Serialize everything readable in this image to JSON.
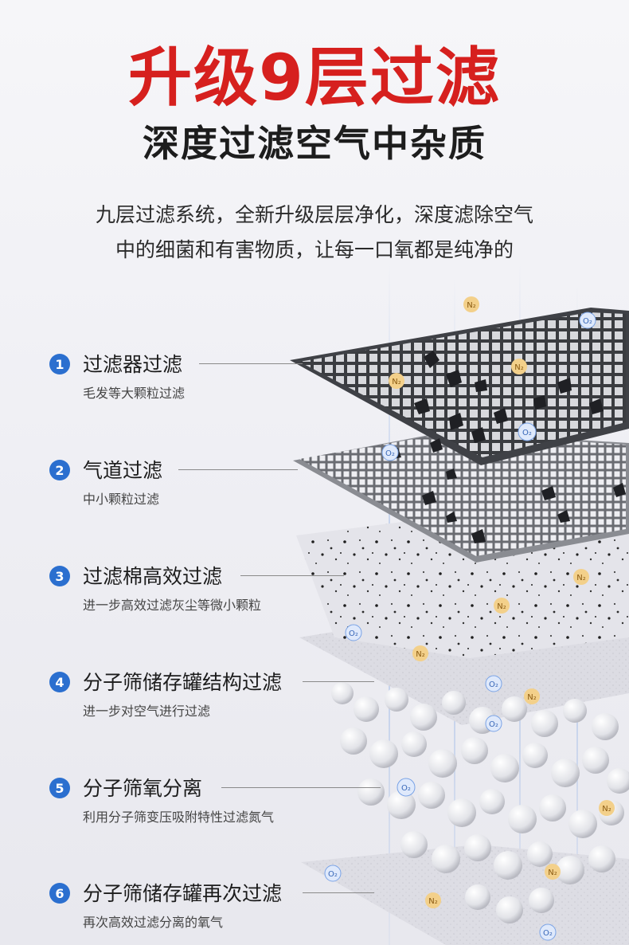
{
  "header": {
    "title": "升级9层过滤",
    "subtitle": "深度过滤空气中杂质",
    "description_lines": [
      "九层过滤系统，全新升级层层净化，深度滤除空气",
      "中的细菌和有害物质，让每一口氧都是纯净的"
    ]
  },
  "layers": [
    {
      "number": "1",
      "name": "过滤器过滤",
      "note": "毛发等大颗粒过滤"
    },
    {
      "number": "2",
      "name": "气道过滤",
      "note": "中小颗粒过滤"
    },
    {
      "number": "3",
      "name": "过滤棉高效过滤",
      "note": "进一步高效过滤灰尘等微小颗粒"
    },
    {
      "number": "4",
      "name": "分子筛储存罐结构过滤",
      "note": "进一步对空气进行过滤"
    },
    {
      "number": "5",
      "name": "分子筛氧分离",
      "note": "利用分子筛变压吸附特性过滤氮气"
    },
    {
      "number": "6",
      "name": "分子筛储存罐再次过滤",
      "note": "再次高效过滤分离的氧气"
    }
  ],
  "molecules": {
    "oxygen": "O₂",
    "nitrogen": "N₂"
  },
  "colors": {
    "title_red": "#d6201e",
    "badge_blue": "#2b6fcf",
    "grid_dark": "#55575c"
  }
}
